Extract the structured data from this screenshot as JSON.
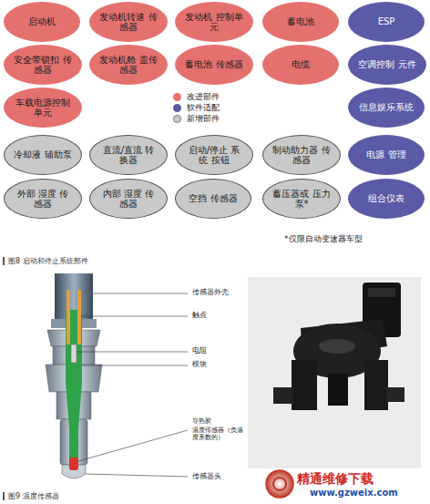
{
  "diagram": {
    "nodes": [
      {
        "text": [
          "启动机"
        ]
      },
      {
        "text": [
          "发动机转速 传感器"
        ]
      },
      {
        "text": [
          "发动机 控制单元"
        ]
      },
      {
        "text": [
          "蓄电池"
        ]
      },
      {
        "text": [
          "ESP"
        ]
      },
      {
        "text": [
          "安全带锁扣 传感器"
        ]
      },
      {
        "text": [
          "发动机舱 盖传感器"
        ]
      },
      {
        "text": [
          "蓄电池 传感器"
        ]
      },
      {
        "text": [
          "电缆"
        ]
      },
      {
        "text": [
          "空调控制 元件"
        ]
      },
      {
        "text": [
          "车载电源控制 单元"
        ]
      },
      {
        "text": [
          "信息娱乐系统"
        ]
      },
      {
        "text": [
          "冷却液 辅助泵"
        ]
      },
      {
        "text": [
          "直流/直流 转换器"
        ]
      },
      {
        "text": [
          "启动/停止 系统 按钮"
        ]
      },
      {
        "text": [
          "制动助力器 传感器"
        ]
      },
      {
        "text": [
          "电源 管理"
        ]
      },
      {
        "text": [
          "外部 湿度 传感器"
        ]
      },
      {
        "text": [
          "内部 湿度 传感器"
        ]
      },
      {
        "text": [
          "空挡 传感器"
        ]
      },
      {
        "text": [
          "蓄压器或 压力泵*"
        ]
      },
      {
        "text": [
          "组合仪表"
        ]
      }
    ],
    "labels": [
      "*仅限自动变速器车型",
      "图8 启动和停止系统部件",
      "传感器外壳",
      "触点",
      "电阻",
      "模块",
      "导热胶",
      "温度传感器（负温度系数的）",
      "传感器头",
      "精通维修下载",
      "www.gzweix.com",
      "图9 温度传感器"
    ],
    "legend": [
      {
        "text": "改进部件",
        "color": "#e5716f"
      },
      {
        "text": "软件适配",
        "color": "#5a5aa6"
      },
      {
        "text": "新增部件",
        "color": "#c9c9c9"
      }
    ]
  }
}
